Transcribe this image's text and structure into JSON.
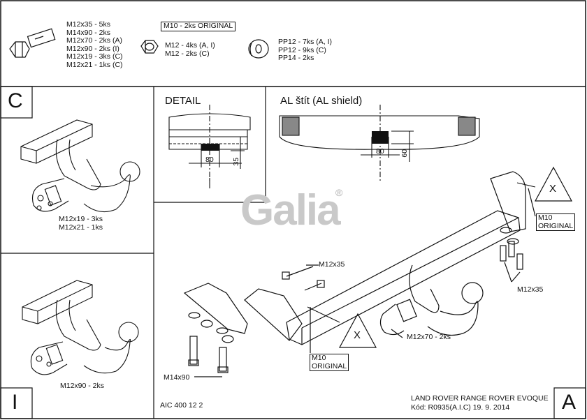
{
  "bolt_list": [
    "M12x35 - 5ks",
    "M14x90 - 2ks",
    "M12x70 - 2ks (A)",
    "M12x90 - 2ks (I)",
    "M12x19 - 3ks (C)",
    "M12x21 - 1ks (C)"
  ],
  "nut": {
    "m10_label": "M10 - 2ks ORIGINAL",
    "lines": [
      "M12 - 4ks (A, I)",
      "M12 - 2ks (C)"
    ]
  },
  "washer": {
    "lines": [
      "PP12 - 7ks (A, I)",
      "PP12 - 9ks (C)",
      "PP14 - 2ks"
    ]
  },
  "panels": {
    "c": {
      "letter": "C",
      "labels": [
        "M12x19 - 3ks",
        "M12x21 - 1ks"
      ]
    },
    "i": {
      "letter": "I",
      "label": "M12x90 - 2ks"
    },
    "a": {
      "letter": "A"
    }
  },
  "detail": {
    "title": "DETAIL",
    "dim_w": "80",
    "dim_h": "35"
  },
  "shield": {
    "title": "AL štít  (AL shield)",
    "dim_w": "80",
    "dim_h": "60"
  },
  "logo": {
    "text": "Galia",
    "mark": "®"
  },
  "main_labels": {
    "m12x35_top": "M12x35",
    "m12x35_right": "M12x35",
    "m10_right": [
      "M10",
      "ORIGINAL"
    ],
    "m10_bottom": [
      "M10",
      "ORIGINAL"
    ],
    "m12x70": "M12x70 - 2ks",
    "m14x90": "M14x90",
    "x_mark": "X"
  },
  "footer": {
    "code": "AIC 400 12 2",
    "vehicle": "LAND ROVER RANGE ROVER EVOQUE",
    "kod": "Kód: R0935(A.I.C)  19. 9. 2014"
  }
}
